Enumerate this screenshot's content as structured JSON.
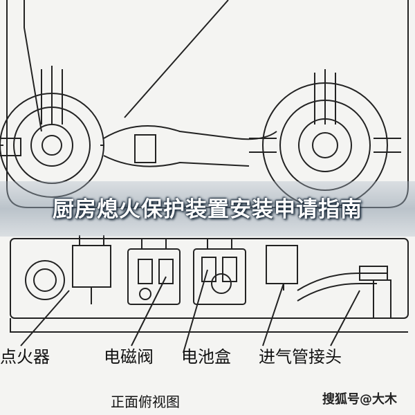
{
  "title": "厨房熄火保护装置安装申请指南",
  "labels": {
    "igniter": "点火器",
    "solenoid_valve": "电磁阀",
    "battery_box": "电池盒",
    "gas_inlet_joint": "进气管接头"
  },
  "view_caption": "正面俯视图",
  "watermark": "搜狐号@大木",
  "colors": {
    "line": "#222222",
    "background": "#f4f4f2",
    "title_text": "#ffffff"
  }
}
